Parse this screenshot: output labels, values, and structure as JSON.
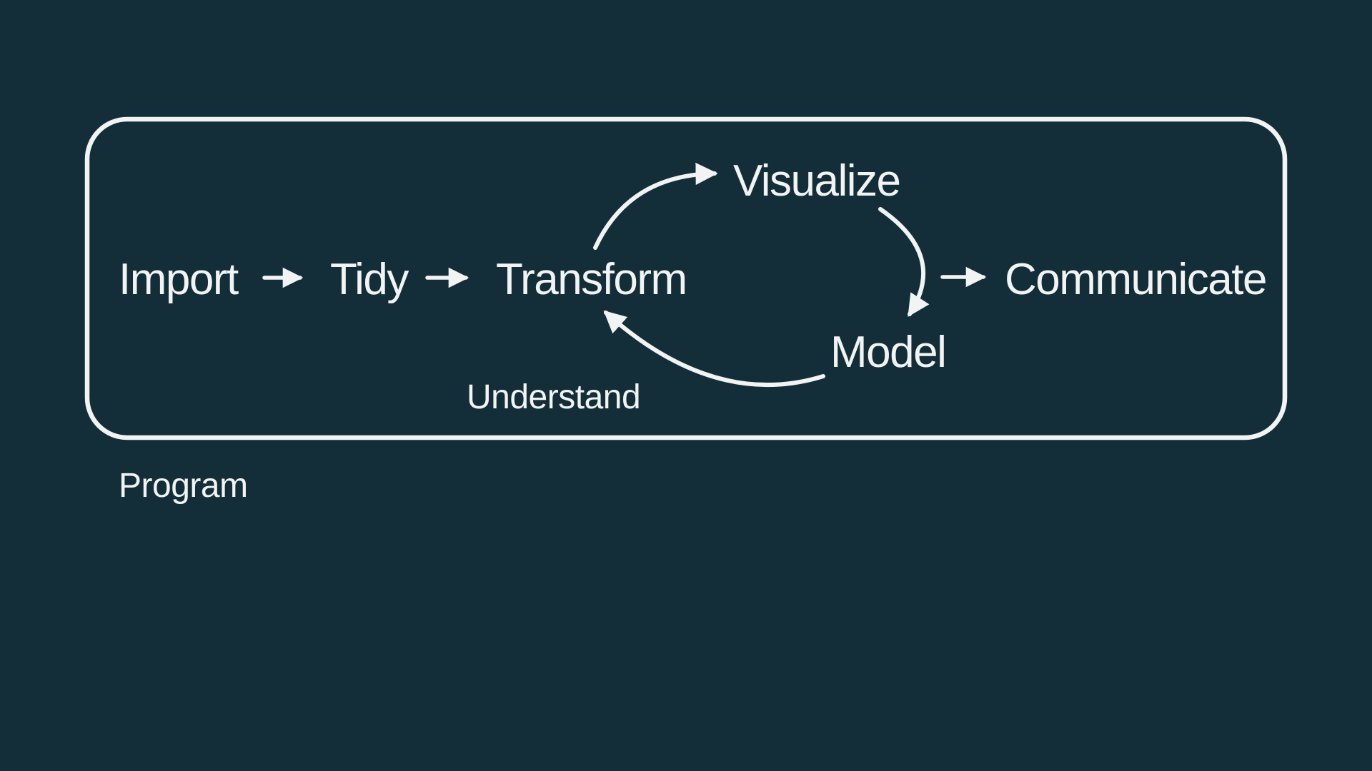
{
  "canvas": {
    "background": "#132e38",
    "ink": "#f2f4f4"
  },
  "workflow": {
    "program_box_label": "Program",
    "understand_cycle_label": "Understand",
    "nodes": {
      "import": "Import",
      "tidy": "Tidy",
      "transform": "Transform",
      "visualize": "Visualize",
      "model": "Model",
      "communicate": "Communicate"
    }
  }
}
